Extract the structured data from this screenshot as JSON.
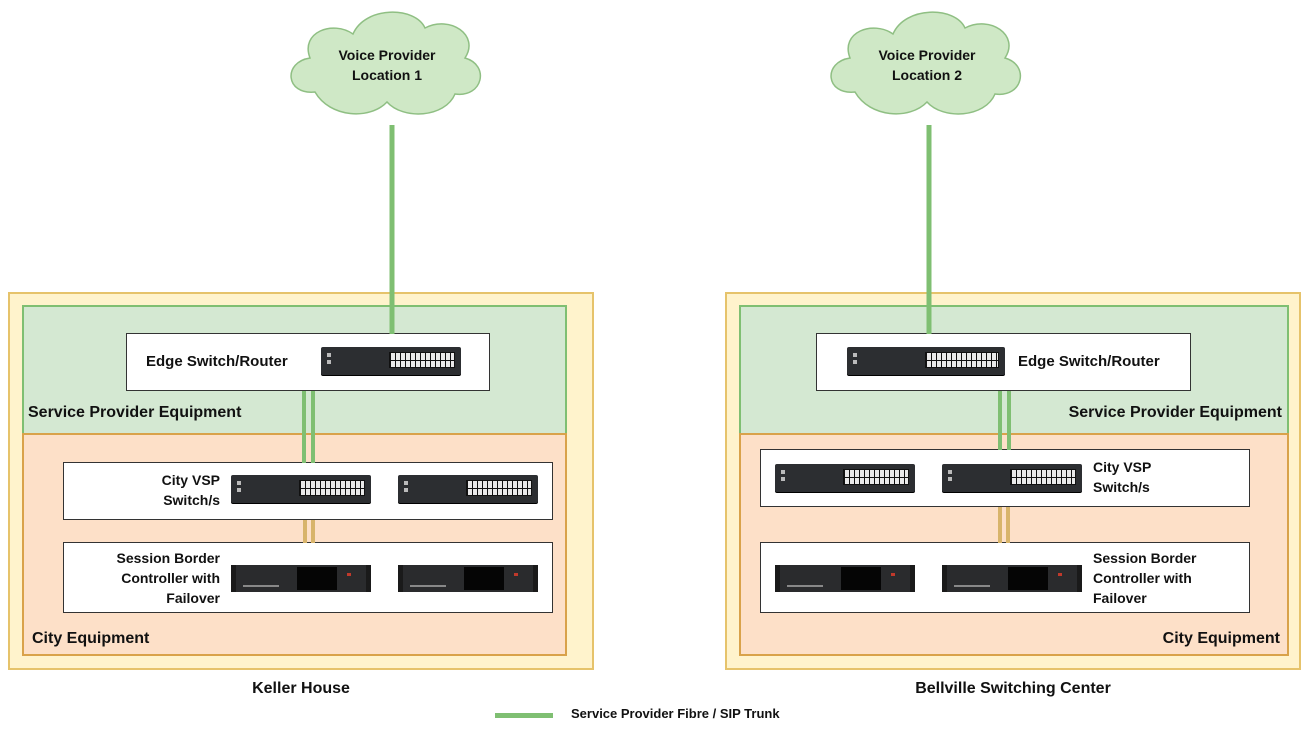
{
  "clouds": {
    "loc1": {
      "line1": "Voice Provider",
      "line2": "Location 1"
    },
    "loc2": {
      "line1": "Voice Provider",
      "line2": "Location 2"
    }
  },
  "sites": {
    "left": {
      "name": "Keller House",
      "sp_zone": "Service Provider Equipment",
      "city_zone": "City Equipment",
      "edge": "Edge Switch/Router",
      "vsp_line1": "City VSP",
      "vsp_line2": "Switch/s",
      "sbc_line1": "Session Border",
      "sbc_line2": "Controller with",
      "sbc_line3": "Failover"
    },
    "right": {
      "name": "Bellville Switching Center",
      "sp_zone": "Service Provider Equipment",
      "city_zone": "City Equipment",
      "edge": "Edge Switch/Router",
      "vsp_line1": "City VSP",
      "vsp_line2": "Switch/s",
      "sbc_line1": "Session Border",
      "sbc_line2": "Controller with",
      "sbc_line3": "Failover"
    }
  },
  "legend": {
    "label": "Service Provider Fibre / SIP Trunk"
  },
  "colors": {
    "fibre": "#7fbf72",
    "copper": "#d8b46a",
    "cloud_fill": "#cfe8c6",
    "cloud_stroke": "#8fbf83"
  }
}
